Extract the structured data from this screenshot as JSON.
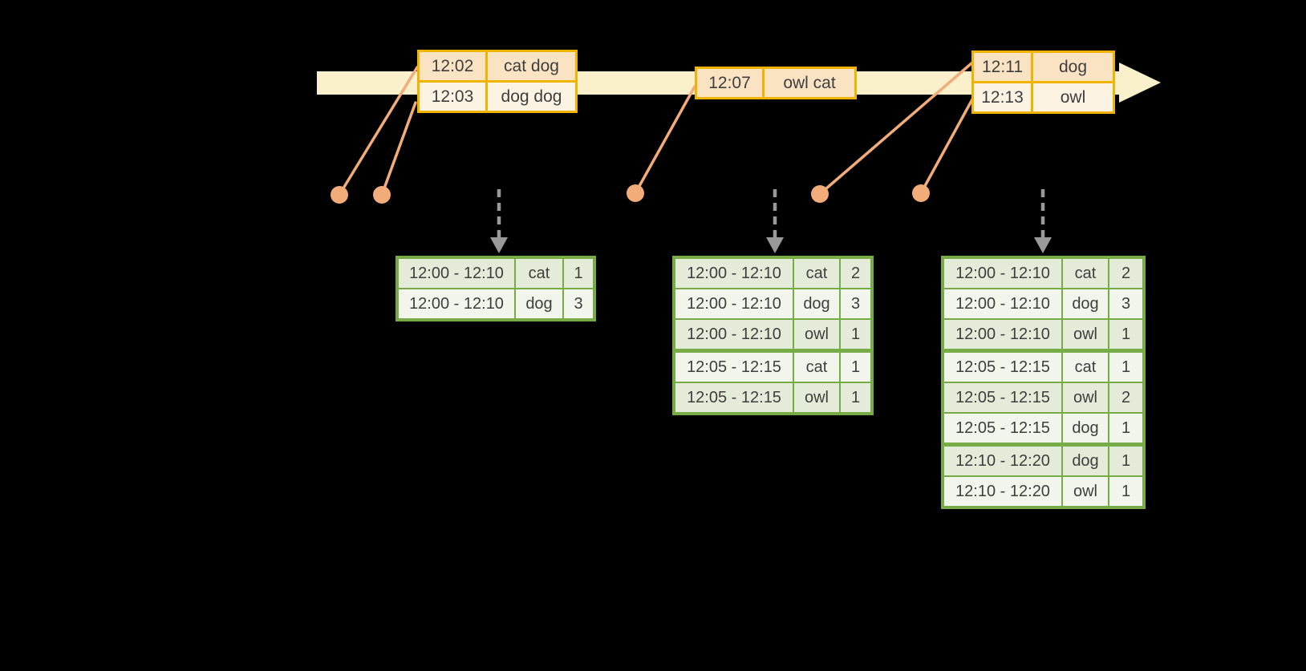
{
  "diagram": {
    "description_visible_elements": "timeline arrow with event record boxes, orange event dots with connector lines, dashed trigger arrows, result count tables",
    "colors": {
      "background": "#000000",
      "timeline_band": "#faf0cb",
      "event_table_border": "#f0b400",
      "event_row_dark": "#fae3c3",
      "event_row_light": "#fdf3e2",
      "result_table_border": "#77ab46",
      "result_row_dark": "#e4ebd8",
      "result_row_light": "#f2f5ec",
      "event_dot": "#f2ac79",
      "trigger_arrow": "#999999",
      "text": "#3e3e3e"
    },
    "timeline": {
      "event_boxes": [
        {
          "rows": [
            {
              "time": "12:02",
              "words": "cat dog"
            },
            {
              "time": "12:03",
              "words": "dog dog"
            }
          ]
        },
        {
          "rows": [
            {
              "time": "12:07",
              "words": "owl cat"
            }
          ]
        },
        {
          "rows": [
            {
              "time": "12:11",
              "words": "dog"
            },
            {
              "time": "12:13",
              "words": "owl"
            }
          ]
        }
      ]
    },
    "result_tables": [
      {
        "rows": [
          {
            "window": "12:00 - 12:10",
            "word": "cat",
            "count": "1"
          },
          {
            "window": "12:00 - 12:10",
            "word": "dog",
            "count": "3"
          }
        ]
      },
      {
        "rows": [
          {
            "window": "12:00 - 12:10",
            "word": "cat",
            "count": "2"
          },
          {
            "window": "12:00 - 12:10",
            "word": "dog",
            "count": "3"
          },
          {
            "window": "12:00 - 12:10",
            "word": "owl",
            "count": "1"
          },
          {
            "window": "12:05 - 12:15",
            "word": "cat",
            "count": "1"
          },
          {
            "window": "12:05 - 12:15",
            "word": "owl",
            "count": "1"
          }
        ]
      },
      {
        "rows": [
          {
            "window": "12:00 - 12:10",
            "word": "cat",
            "count": "2"
          },
          {
            "window": "12:00 - 12:10",
            "word": "dog",
            "count": "3"
          },
          {
            "window": "12:00 - 12:10",
            "word": "owl",
            "count": "1"
          },
          {
            "window": "12:05 - 12:15",
            "word": "cat",
            "count": "1"
          },
          {
            "window": "12:05 - 12:15",
            "word": "owl",
            "count": "2"
          },
          {
            "window": "12:05 - 12:15",
            "word": "dog",
            "count": "1"
          },
          {
            "window": "12:10 - 12:20",
            "word": "dog",
            "count": "1"
          },
          {
            "window": "12:10 - 12:20",
            "word": "owl",
            "count": "1"
          }
        ]
      }
    ]
  }
}
